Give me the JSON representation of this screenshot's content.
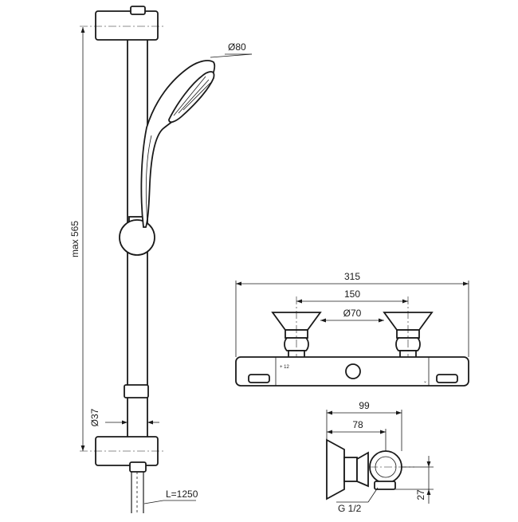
{
  "dimensions": {
    "showerhead_diameter": "Ø80",
    "rail_height": "max 565",
    "rail_diameter": "Ø37",
    "hose_length": "L=1250",
    "valve_width": "315",
    "inlet_centres": "150",
    "escutcheon_diameter": "Ø70",
    "projection_total": "99",
    "projection_body": "78",
    "connection_thread": "G 1/2",
    "outlet_height": "27"
  }
}
